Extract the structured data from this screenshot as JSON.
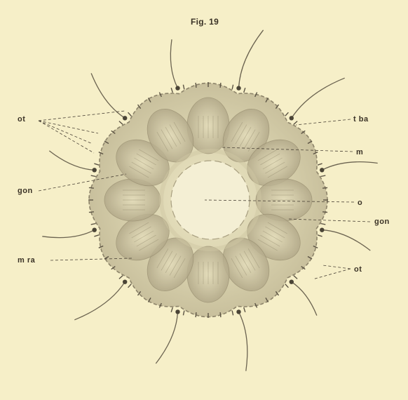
{
  "figure": {
    "title": "Fig. 19",
    "labels": {
      "ot_left": "ot",
      "tba": "t ba",
      "m": "m",
      "gon_left": "gon",
      "o": "o",
      "gon_right": "gon",
      "mra": "m ra",
      "ot_right": "ot"
    }
  },
  "colors": {
    "paper": "#f6efc8",
    "body_fill": "#dcd5b0",
    "body_outline": "#8d846a",
    "pouch_shade": "#a99f80",
    "stomach": "#f4efd4",
    "ink": "#3a3226",
    "tentacle": "#6b6350"
  }
}
